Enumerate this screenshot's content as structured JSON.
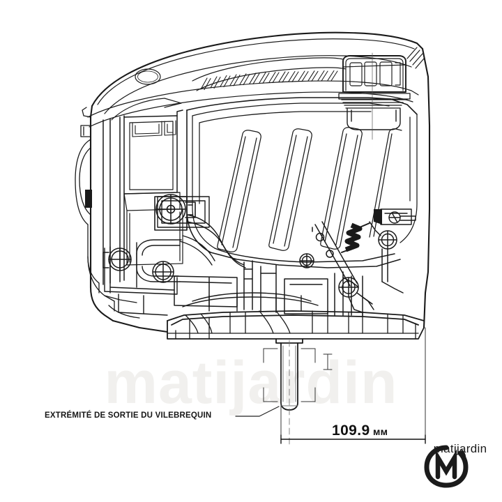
{
  "document": {
    "type": "technical-line-drawing",
    "subject": "vertical-shaft lawnmower engine, side elevation",
    "background_color": "#ffffff",
    "line_color": "#1a1a1a"
  },
  "watermark": {
    "text": "matijardin",
    "color": "#f1f0ee"
  },
  "callout": {
    "label": "EXTRÉMITÉ DE SORTIE DU VILEBREQUIN",
    "color": "#161616"
  },
  "dimension": {
    "value": "109.9",
    "unit": "мм",
    "color": "#111111"
  },
  "brand": {
    "name": "matijardin",
    "mark": "monogram-m-icon",
    "color": "#1b1b1b"
  },
  "parts": {
    "top_shroud": "engine-top-cover",
    "vents": "cooling-vent-louvers",
    "oil_cap": "oil-filler-cap",
    "air_cleaner": "air-cleaner-housing",
    "blower_housing": "blower-housing-ribs",
    "governor_linkage": "governor-linkage",
    "governor_spring": "governor-spring",
    "sump_base": "sump-base-flange",
    "crankshaft": "crankshaft-output-shaft"
  }
}
